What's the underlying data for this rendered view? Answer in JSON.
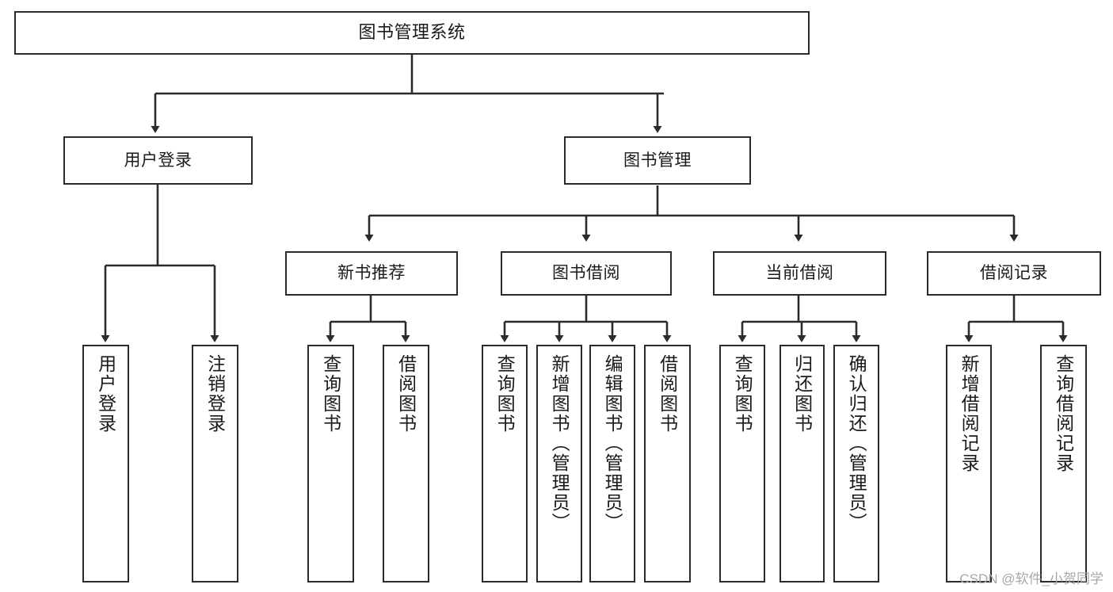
{
  "diagram": {
    "title": "图书管理系统",
    "type": "hierarchy-tree",
    "watermark": "CSDN @软件_小贺同学",
    "colors": {
      "stroke": "#2b2b2b",
      "fill": "#ffffff",
      "text": "#1a1a1a",
      "watermark": "#a8a8a8"
    },
    "nodes": {
      "root": {
        "label": "图书管理系统"
      },
      "level2": [
        {
          "id": "user-login",
          "label": "用户登录"
        },
        {
          "id": "book-management",
          "label": "图书管理"
        }
      ],
      "level3": [
        {
          "id": "new-book-recommend",
          "label": "新书推荐"
        },
        {
          "id": "book-borrow",
          "label": "图书借阅"
        },
        {
          "id": "current-borrow",
          "label": "当前借阅"
        },
        {
          "id": "borrow-record",
          "label": "借阅记录"
        }
      ],
      "leaves": [
        {
          "id": "leaf-user-login",
          "label": "用户登录",
          "parent": "user-login"
        },
        {
          "id": "leaf-logout-login",
          "label": "注销登录",
          "parent": "user-login"
        },
        {
          "id": "leaf-query-book-1",
          "label": "查询图书",
          "parent": "new-book-recommend"
        },
        {
          "id": "leaf-borrow-book-1",
          "label": "借阅图书",
          "parent": "new-book-recommend"
        },
        {
          "id": "leaf-query-book-2",
          "label": "查询图书",
          "parent": "book-borrow"
        },
        {
          "id": "leaf-add-book",
          "label": "新增图书（管理员）",
          "parent": "book-borrow"
        },
        {
          "id": "leaf-edit-book",
          "label": "编辑图书（管理员）",
          "parent": "book-borrow"
        },
        {
          "id": "leaf-borrow-book-2",
          "label": "借阅图书",
          "parent": "book-borrow"
        },
        {
          "id": "leaf-query-book-3",
          "label": "查询图书",
          "parent": "current-borrow"
        },
        {
          "id": "leaf-return-book",
          "label": "归还图书",
          "parent": "current-borrow"
        },
        {
          "id": "leaf-confirm-return",
          "label": "确认归还（管理员）",
          "parent": "current-borrow"
        },
        {
          "id": "leaf-add-record",
          "label": "新增借阅记录",
          "parent": "borrow-record"
        },
        {
          "id": "leaf-query-record",
          "label": "查询借阅记录",
          "parent": "borrow-record"
        }
      ]
    }
  }
}
